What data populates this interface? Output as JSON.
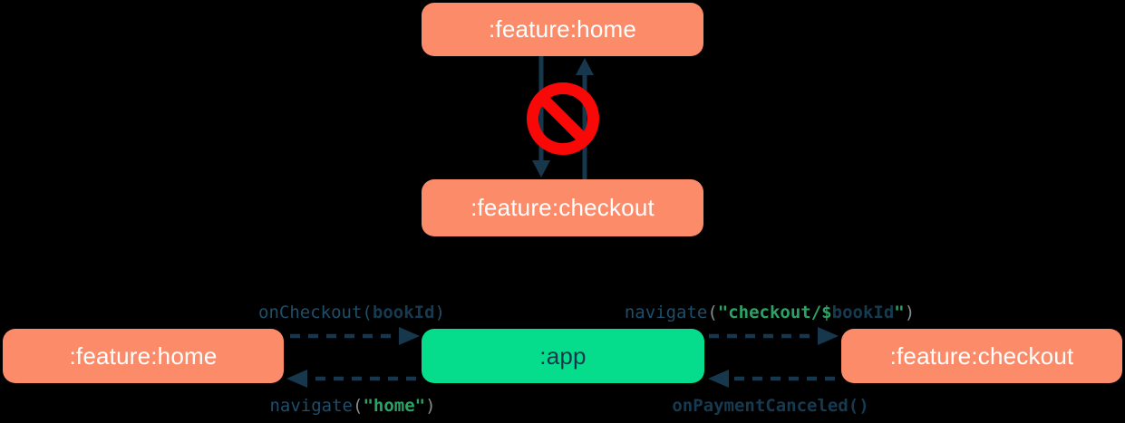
{
  "colors": {
    "background": "#000000",
    "node_feature": "#FC8C69",
    "node_app": "#05DD8D",
    "node_text_light": "#FFFFFF",
    "node_text_dark": "#17384C",
    "arrow": "#17384C",
    "no_entry_red": "#F90808",
    "code_navy": "#1D4E6B",
    "code_navy_bold": "#163A50",
    "code_green": "#2AA365",
    "code_gray": "#848E90"
  },
  "top_diagram": {
    "nodes": {
      "home": ":feature:home",
      "checkout": ":feature:checkout"
    },
    "icon": "no-entry-icon",
    "meaning": "forbidden direct dependency between feature modules"
  },
  "bottom_diagram": {
    "nodes": {
      "home": ":feature:home",
      "app": ":app",
      "checkout": ":feature:checkout"
    },
    "labels": {
      "on_checkout": {
        "fn": "onCheckout(",
        "arg": "bookId",
        "close": ")"
      },
      "navigate_checkout": {
        "fn": "navigate",
        "open_paren": "(",
        "string_open": "\"checkout/$",
        "variable": "bookId",
        "string_close": "\"",
        "close_paren": ")"
      },
      "navigate_home": {
        "fn": "navigate",
        "open_paren": "(",
        "string": "\"home\"",
        "close_paren": ")"
      },
      "on_payment_canceled": {
        "fn": "onPaymentCanceled()"
      }
    }
  }
}
